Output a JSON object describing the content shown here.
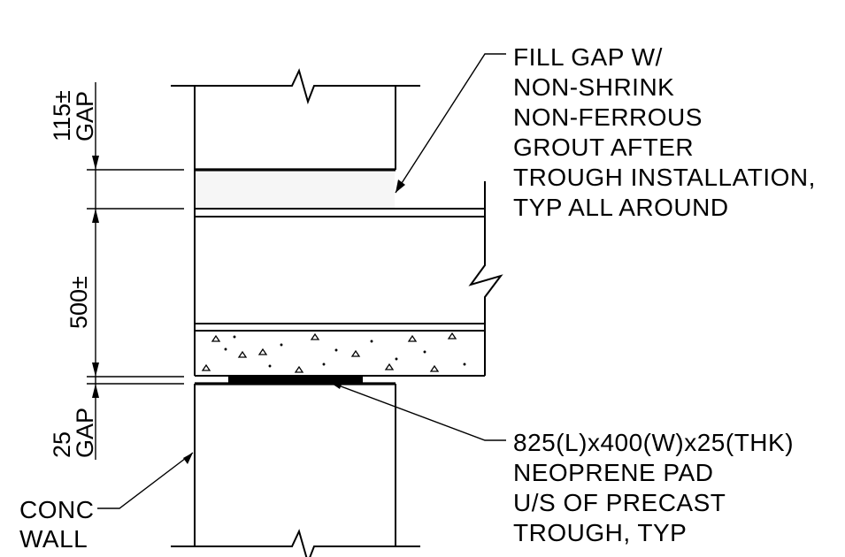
{
  "notes": {
    "grout": [
      "FILL GAP W/",
      "NON-SHRINK",
      "NON-FERROUS",
      "GROUT AFTER",
      "TROUGH INSTALLATION,",
      "TYP ALL AROUND"
    ],
    "pad": [
      "825(L)x400(W)x25(THK)",
      "NEOPRENE PAD",
      "U/S OF PRECAST",
      "TROUGH, TYP"
    ],
    "wall": [
      "CONC",
      "WALL"
    ]
  },
  "dimensions": {
    "top_gap": [
      "115±",
      "GAP"
    ],
    "trough_depth": "500±",
    "bottom_gap": [
      "25",
      "GAP"
    ]
  }
}
